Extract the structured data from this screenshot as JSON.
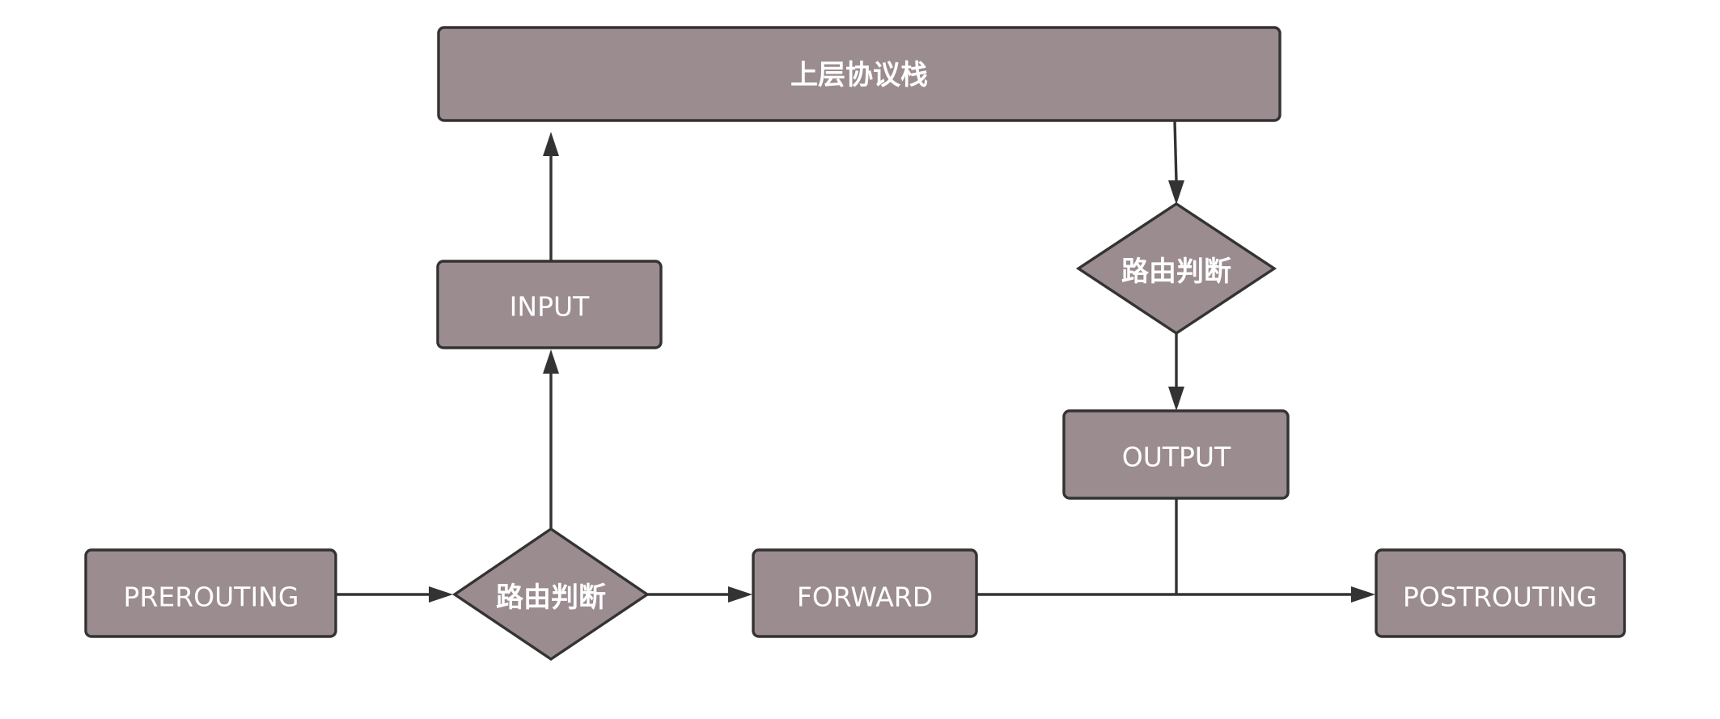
{
  "diagram": {
    "nodes": {
      "upper_stack": {
        "label": "上层协议栈",
        "shape": "rect"
      },
      "input": {
        "label": "INPUT",
        "shape": "rect"
      },
      "route_decision_right": {
        "label": "路由判断",
        "shape": "diamond"
      },
      "output": {
        "label": "OUTPUT",
        "shape": "rect"
      },
      "prerouting": {
        "label": "PREROUTING",
        "shape": "rect"
      },
      "route_decision_left": {
        "label": "路由判断",
        "shape": "diamond"
      },
      "forward": {
        "label": "FORWARD",
        "shape": "rect"
      },
      "postrouting": {
        "label": "POSTROUTING",
        "shape": "rect"
      }
    },
    "edges": [
      {
        "from": "prerouting",
        "to": "route_decision_left"
      },
      {
        "from": "route_decision_left",
        "to": "forward"
      },
      {
        "from": "route_decision_left",
        "to": "input"
      },
      {
        "from": "input",
        "to": "upper_stack"
      },
      {
        "from": "upper_stack",
        "to": "route_decision_right"
      },
      {
        "from": "route_decision_right",
        "to": "output"
      },
      {
        "from": "output",
        "to": "postrouting"
      },
      {
        "from": "forward",
        "to": "postrouting"
      }
    ],
    "colors": {
      "node_fill": "#9b8c90",
      "node_stroke": "#333333",
      "edge": "#333333",
      "label": "#ffffff",
      "background": "#ffffff"
    }
  }
}
